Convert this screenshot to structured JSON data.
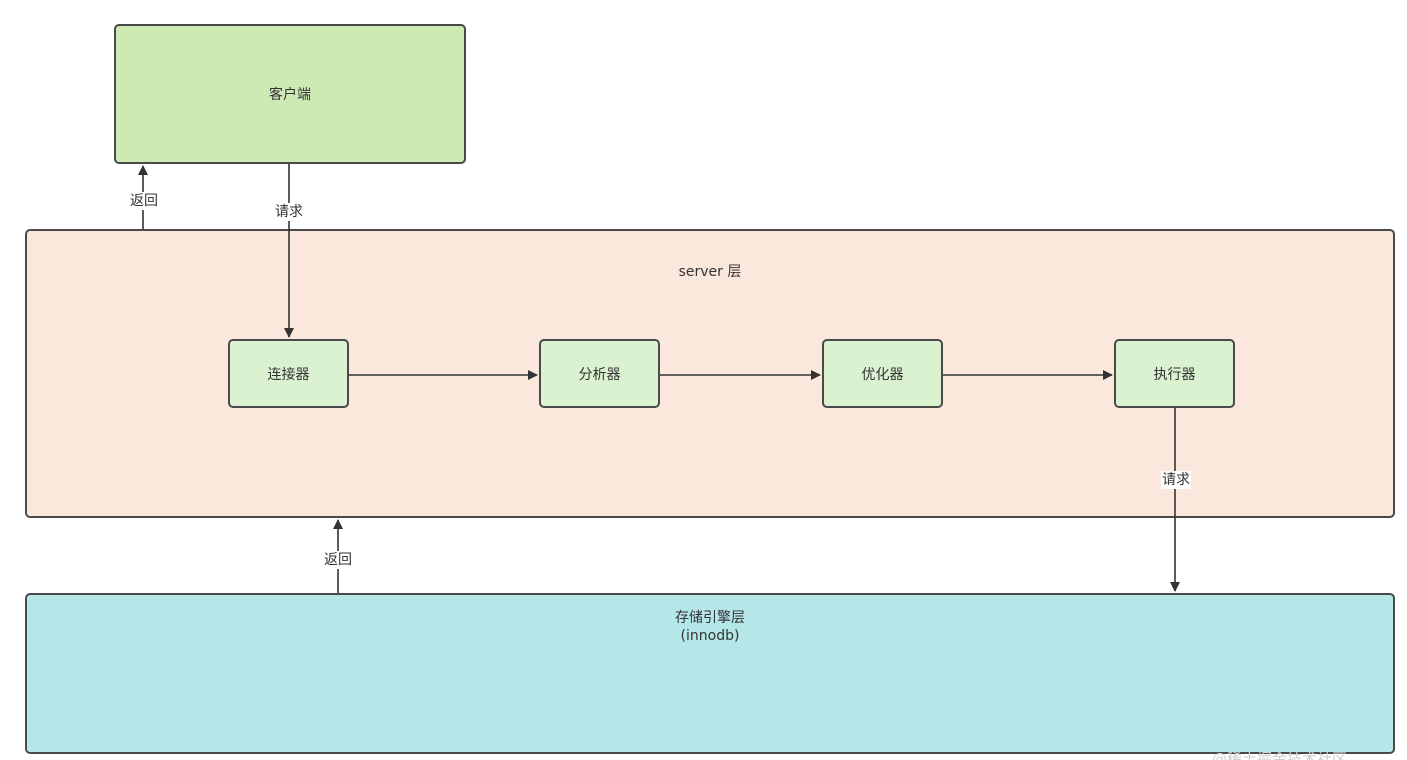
{
  "nodes": {
    "client": "客户端",
    "server_layer": "server 层",
    "connector": "连接器",
    "analyzer": "分析器",
    "optimizer": "优化器",
    "executor": "执行器",
    "storage_layer": "存储引擎层",
    "storage_engine": "(innodb)"
  },
  "edges": {
    "client_to_server": "请求",
    "server_to_client": "返回",
    "executor_to_storage": "请求",
    "storage_to_server": "返回"
  },
  "watermark": "@稀土掘金技术社区",
  "colors": {
    "client_fill": "#cdeab4",
    "server_fill": "#fbe8dc",
    "component_fill": "#daf2cf",
    "storage_fill": "#b5e6e8",
    "stroke": "#4a4a4a"
  }
}
